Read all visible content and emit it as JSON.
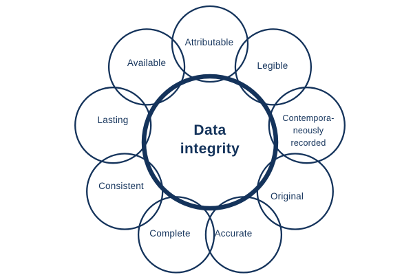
{
  "colors": {
    "ink": "#14335B",
    "background": "#FFFFFF"
  },
  "diagram": {
    "center": {
      "line1": "Data",
      "line2": "integrity"
    },
    "nodes": [
      {
        "id": "attributable",
        "label": "Attributable"
      },
      {
        "id": "legible",
        "label": "Legible"
      },
      {
        "id": "contemporaneously-recorded",
        "label": "Contempora-\nneously\nrecorded"
      },
      {
        "id": "original",
        "label": "Original"
      },
      {
        "id": "accurate",
        "label": "Accurate"
      },
      {
        "id": "complete",
        "label": "Complete"
      },
      {
        "id": "consistent",
        "label": "Consistent"
      },
      {
        "id": "lasting",
        "label": "Lasting"
      },
      {
        "id": "available",
        "label": "Available"
      }
    ]
  }
}
